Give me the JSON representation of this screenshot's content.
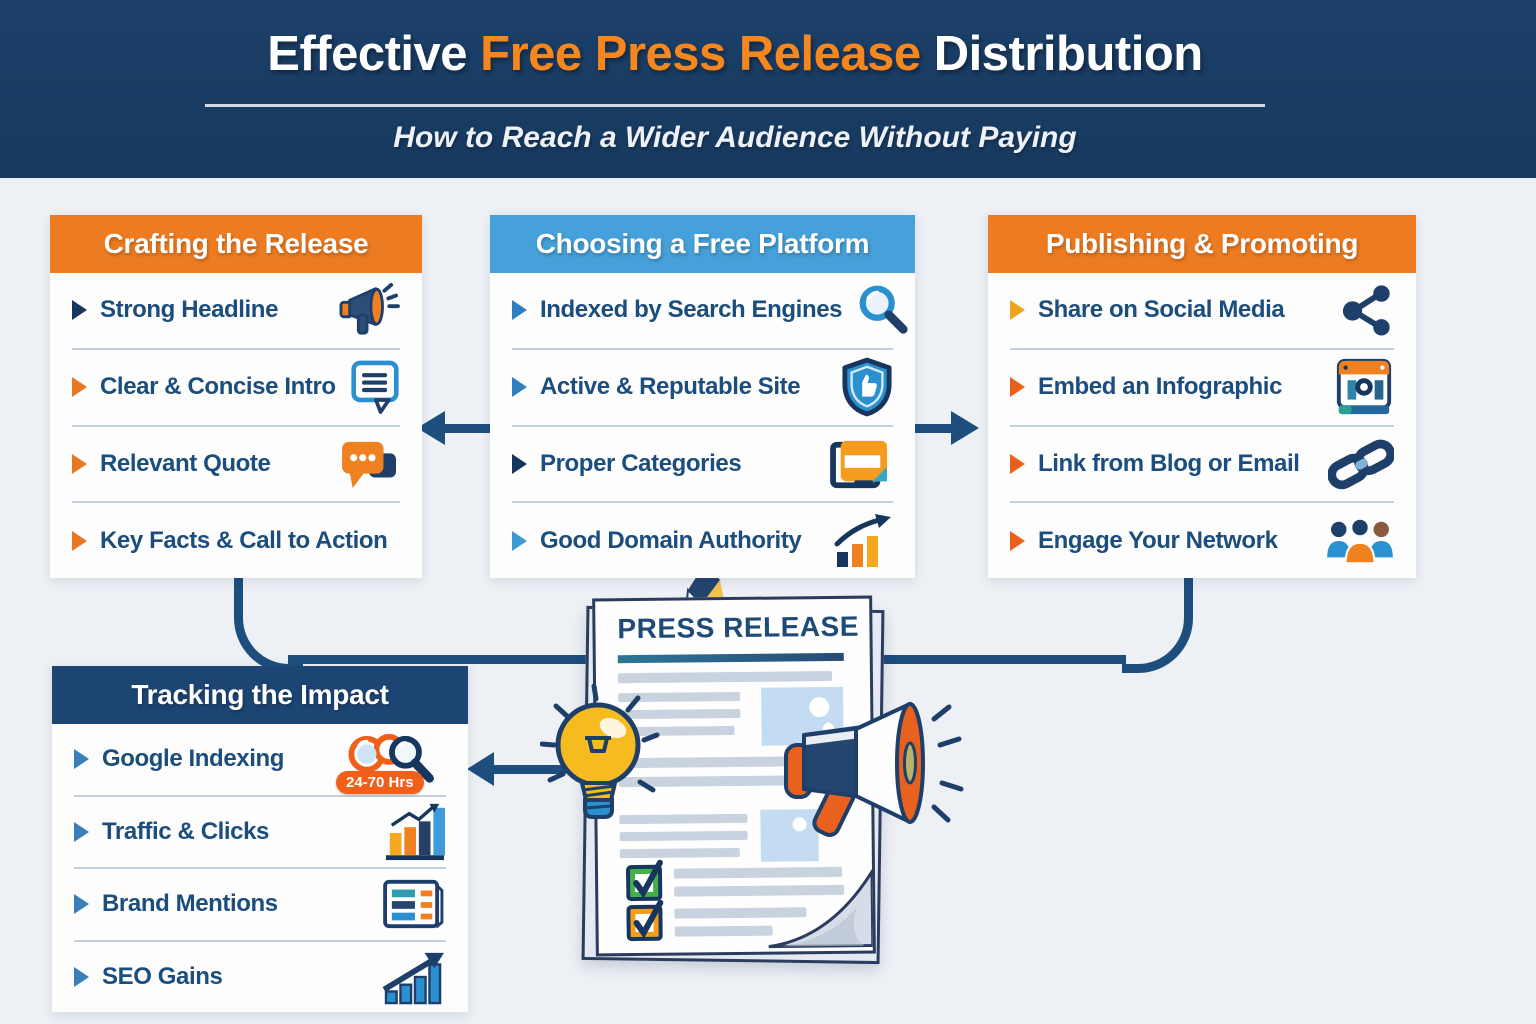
{
  "header": {
    "title_white_1": "Effective ",
    "title_orange": "Free Press Release",
    "title_white_2": " Distribution",
    "subtitle": "How to Reach a Wider Audience Without Paying"
  },
  "cards": [
    {
      "title": "Crafting the Release",
      "items": [
        {
          "label": "Strong Headline",
          "icon": "megaphone-icon"
        },
        {
          "label": "Clear & Concise Intro",
          "icon": "intro-bubble-icon"
        },
        {
          "label": "Relevant Quote",
          "icon": "quote-bubbles-icon"
        },
        {
          "label": "Key Facts & Call to Action",
          "icon": ""
        }
      ]
    },
    {
      "title": "Choosing a Free Platform",
      "items": [
        {
          "label": "Indexed by Search Engines",
          "icon": "search-icon"
        },
        {
          "label": "Active & Reputable Site",
          "icon": "shield-icon"
        },
        {
          "label": "Proper Categories",
          "icon": "categories-icon"
        },
        {
          "label": "Good Domain Authority",
          "icon": "domain-authority-chart-icon"
        }
      ]
    },
    {
      "title": "Publishing & Promoting",
      "items": [
        {
          "label": "Share on Social Media",
          "icon": "share-icon"
        },
        {
          "label": "Embed an Infographic",
          "icon": "infographic-icon"
        },
        {
          "label": "Link from Blog or Email",
          "icon": "link-icon"
        },
        {
          "label": "Engage Your Network",
          "icon": "network-icon"
        }
      ]
    },
    {
      "title": "Tracking the Impact",
      "items": [
        {
          "label": "Google Indexing",
          "icon": "cloud-search-icon",
          "badge": "24-70 Hrs"
        },
        {
          "label": "Traffic & Clicks",
          "icon": "traffic-chart-icon"
        },
        {
          "label": "Brand Mentions",
          "icon": "mentions-icon"
        },
        {
          "label": "SEO Gains",
          "icon": "seo-chart-icon"
        }
      ]
    }
  ],
  "document": {
    "title": "Press Release"
  },
  "colors": {
    "header_bg": "#17395f",
    "accent_orange": "#f6871f",
    "card_orange_header": "#ed7b21",
    "card_blue_header": "#46a0d9",
    "card_navy_header": "#1d4573",
    "item_text_navy": "#1b4d7d",
    "connector_navy": "#1d4e7e",
    "badge_orange": "#f0601a",
    "page_bg": "#edf0f5"
  }
}
